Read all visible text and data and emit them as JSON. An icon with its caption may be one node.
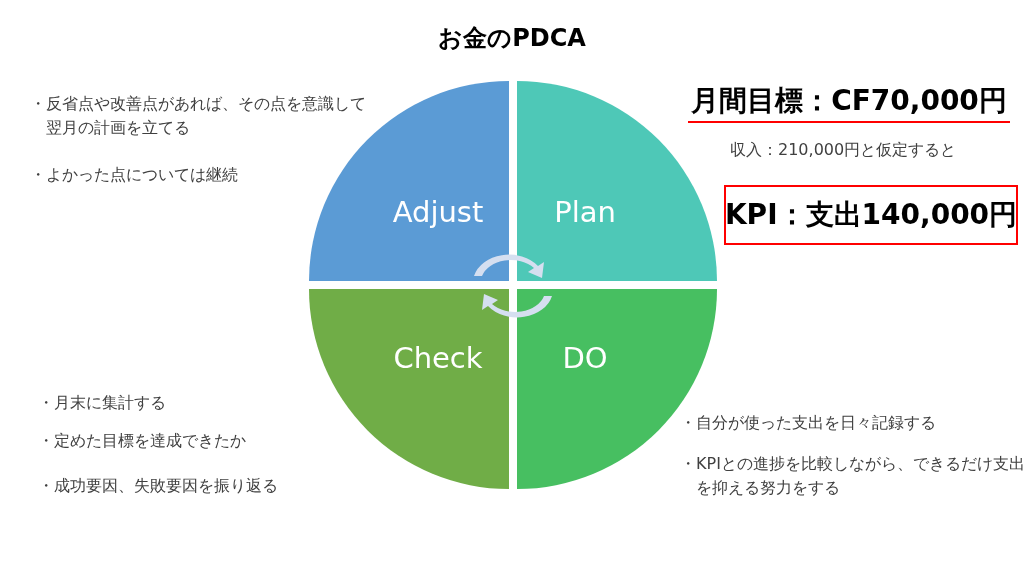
{
  "diagram": {
    "title": "お金のPDCA",
    "nodes": [
      {
        "text": [
          "Adjust"
        ]
      },
      {
        "text": [
          "Plan"
        ]
      },
      {
        "text": [
          "KPI：支出140,000円"
        ]
      },
      {
        "text": [
          "Check"
        ]
      },
      {
        "text": [
          "DO"
        ]
      }
    ],
    "labels": [
      "・反省点や改善点があれば、その点を意識して翌月の計画を立てる",
      "・よかった点については継続",
      "月間目標：CF70,000円",
      "収入：210,000円と仮定すると",
      "・月末に集計する",
      "・定めた目標を達成できたか",
      "・成功要因、失敗要因を振り返る",
      "・自分が使った支出を日々記録する",
      "・KPIとの進捗を比較しながら、できるだけ支出を抑える努力をする"
    ]
  }
}
